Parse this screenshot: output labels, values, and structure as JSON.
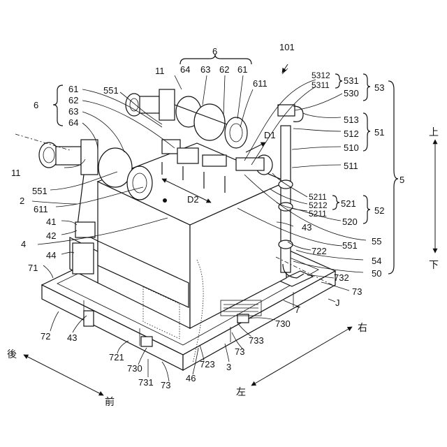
{
  "figure": {
    "labels": {
      "l_6_top": "6",
      "l_101": "101",
      "l_11_top": "11",
      "l_64_top": "64",
      "l_63_top": "63",
      "l_62_top": "62",
      "l_61_top": "61",
      "l_611_top": "611",
      "l_5312": "5312",
      "l_5311": "5311",
      "l_531": "531",
      "l_530": "530",
      "l_53": "53",
      "l_6_left": "6",
      "l_61_left": "61",
      "l_62_left": "62",
      "l_63_left": "63",
      "l_64_left": "64",
      "l_551_top": "551",
      "l_513": "513",
      "l_512": "512",
      "l_51": "51",
      "l_510": "510",
      "l_511": "511",
      "l_D1": "D1",
      "l_D2": "D2",
      "l_5": "5",
      "l_11_left": "11",
      "l_551_left": "551",
      "l_2": "2",
      "l_611_left": "611",
      "l_41": "41",
      "l_42": "42",
      "l_4": "4",
      "l_44": "44",
      "l_71": "71",
      "l_5211": "5211",
      "l_5212": "5212",
      "l_5211b": "5211",
      "l_521": "521",
      "l_52": "52",
      "l_520": "520",
      "l_43_right": "43",
      "l_55": "55",
      "l_551_right": "551",
      "l_722": "722",
      "l_54": "54",
      "l_50": "50",
      "l_732": "732",
      "l_73_right": "73",
      "l_J": "J",
      "l_7": "7",
      "l_72": "72",
      "l_43_left": "43",
      "l_730_right": "730",
      "l_733": "733",
      "l_73_mid": "73",
      "l_721": "721",
      "l_730_bot": "730",
      "l_723": "723",
      "l_3": "3",
      "l_731": "731",
      "l_73_bot": "73",
      "l_46": "46"
    },
    "directions": {
      "up": "上",
      "down": "下",
      "right": "右",
      "left": "左",
      "back": "後",
      "front": "前"
    }
  }
}
